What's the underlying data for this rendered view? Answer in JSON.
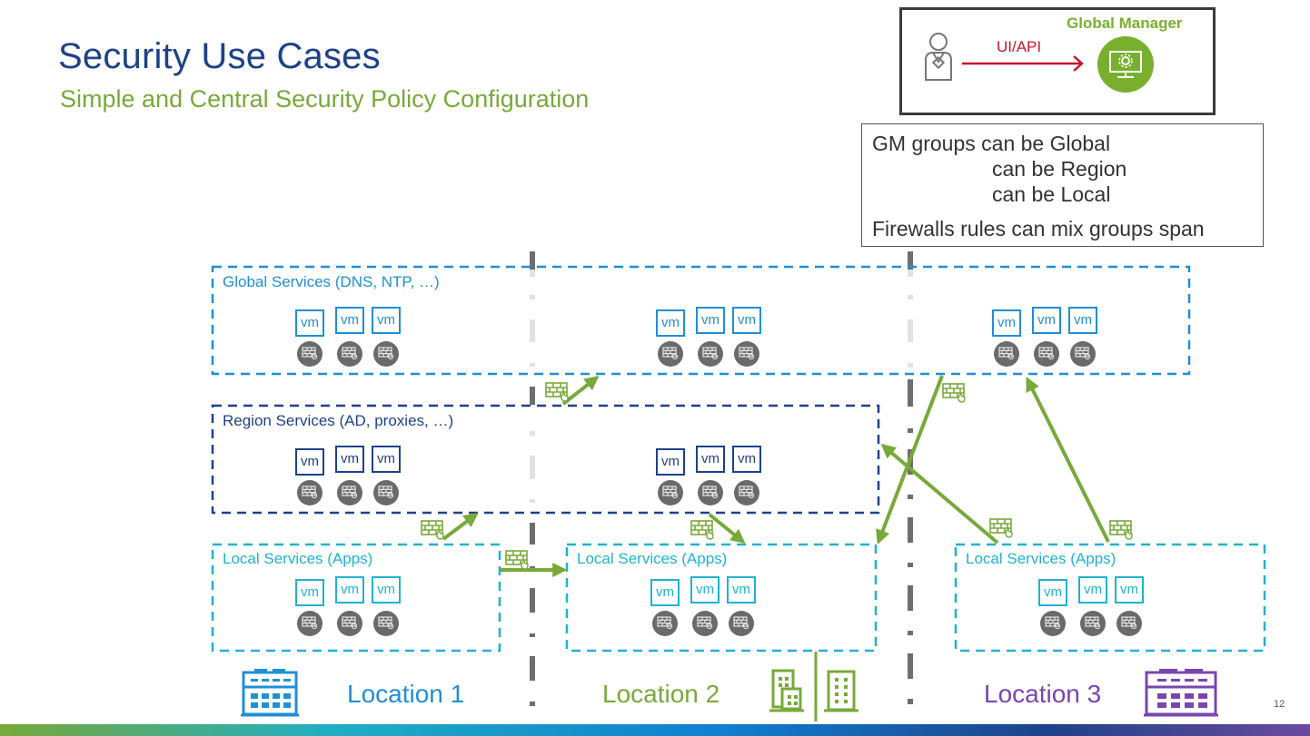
{
  "slide": {
    "title": "Security Use Cases",
    "subtitle": "Simple and Central Security Policy Configuration",
    "page_number": "12"
  },
  "global_manager": {
    "label": "Global Manager",
    "connection_label": "UI/API",
    "user_icon": "user-icon",
    "manager_icon": "monitor-gear-icon"
  },
  "info_box": {
    "lines": [
      "GM groups can be Global",
      "can be Region",
      "can be Local",
      "Firewalls rules can mix groups span"
    ]
  },
  "services": {
    "global": {
      "label": "Global Services (DNS, NTP, …)",
      "color": "#1f8fd6"
    },
    "region": {
      "label": "Region Services (AD, proxies, …)",
      "color": "#1d428a"
    },
    "local_1": {
      "label": "Local Services (Apps)",
      "color": "#1fb3d1"
    },
    "local_2": {
      "label": "Local Services (Apps)",
      "color": "#1fb3d1"
    },
    "local_3": {
      "label": "Local Services (Apps)",
      "color": "#1fb3d1"
    }
  },
  "vm_label": "vm",
  "locations": [
    {
      "label": "Location 1",
      "color": "#1f8fd6",
      "icon": "datacenter-icon"
    },
    {
      "label": "Location 2",
      "color": "#78a93a",
      "icon": "buildings-icon"
    },
    {
      "label": "Location 3",
      "color": "#7a45b0",
      "icon": "datacenter-icon"
    }
  ],
  "colors": {
    "arrow": "#78a93a",
    "firewall_circle": "#6a6a6a",
    "divider": "#6e6e72"
  }
}
